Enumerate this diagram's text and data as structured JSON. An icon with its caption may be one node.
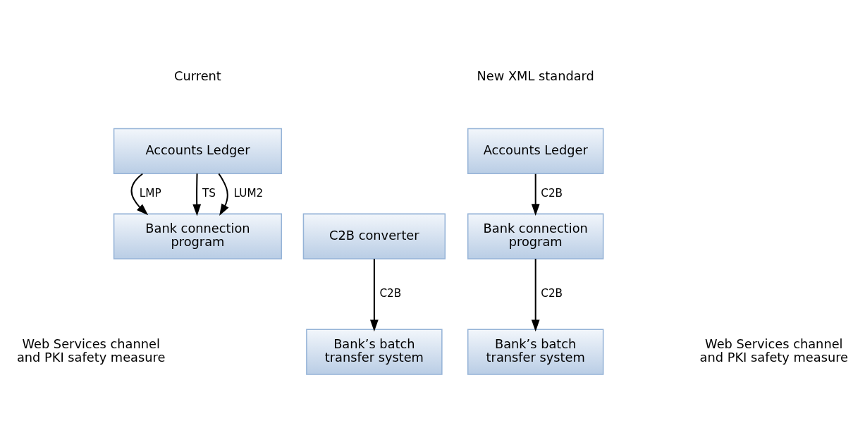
{
  "diagram": {
    "nodes": [
      {
        "text": [
          "Accounts Ledger"
        ]
      },
      {
        "text": [
          "Bank connection program"
        ]
      },
      {
        "text": [
          "C2B converter"
        ]
      },
      {
        "text": [
          "Bank’s batch transfer system"
        ]
      },
      {
        "text": [
          "Accounts Ledger"
        ]
      },
      {
        "text": [
          "Bank connection program"
        ]
      },
      {
        "text": [
          "Bank’s batch transfer system"
        ]
      }
    ],
    "edges": [
      {
        "from": 0,
        "to": 1,
        "arrow": "to",
        "label": "LMP"
      },
      {
        "from": 0,
        "to": 1,
        "arrow": "to",
        "label": "TS"
      },
      {
        "from": 0,
        "to": 1,
        "arrow": "to",
        "label": "LUM2"
      },
      {
        "from": 2,
        "to": 3,
        "arrow": "to",
        "label": "C2B"
      },
      {
        "from": 4,
        "to": 5,
        "arrow": "to",
        "label": "C2B"
      },
      {
        "from": 5,
        "to": 6,
        "arrow": "to",
        "label": "C2B"
      }
    ],
    "labels": [
      "Current",
      "New XML standard",
      "Web Services channel and PKI safety measure",
      "Web Services channel and PKI safety measure"
    ]
  }
}
